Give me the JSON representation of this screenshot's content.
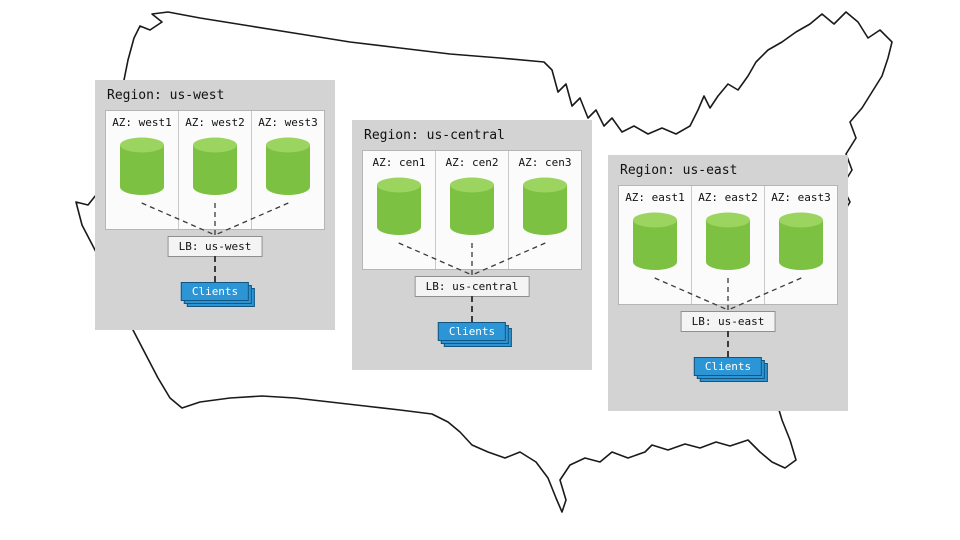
{
  "diagram": {
    "regions": [
      {
        "title": "Region: us-west",
        "azs": [
          "AZ: west1",
          "AZ: west2",
          "AZ: west3"
        ],
        "lb": "LB: us-west",
        "clients": "Clients"
      },
      {
        "title": "Region: us-central",
        "azs": [
          "AZ: cen1",
          "AZ: cen2",
          "AZ: cen3"
        ],
        "lb": "LB: us-central",
        "clients": "Clients"
      },
      {
        "title": "Region: us-east",
        "azs": [
          "AZ: east1",
          "AZ: east2",
          "AZ: east3"
        ],
        "lb": "LB: us-east",
        "clients": "Clients"
      }
    ],
    "colors": {
      "region_bg": "#d3d3d3",
      "az_panel_bg": "#fbfbfb",
      "cylinder_body": "#7cc142",
      "cylinder_top": "#9bd45e",
      "lb_bg": "#f4f4f4",
      "clients_bg": "#2b95d6",
      "clients_text": "#ffffff",
      "connector": "#3a3a3a",
      "map_outline": "#1a1a1a"
    }
  }
}
